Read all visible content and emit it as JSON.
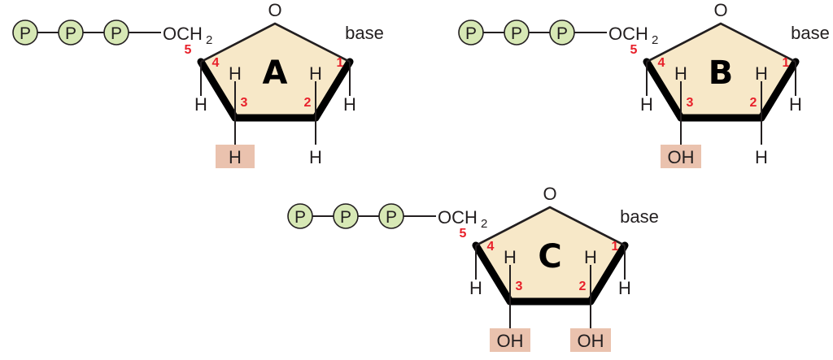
{
  "colors": {
    "sugar_fill": "#f7e8c8",
    "phosphate_fill": "#d7e8b5",
    "highlight": "#eac2ae",
    "carbon_number": "#e8202a",
    "line": "#231f20"
  },
  "phosphate_label": "P",
  "ring_oxygen": "O",
  "sugar_link": "OCH",
  "sugar_link_sub": "2",
  "base_label": "base",
  "hydrogen": "H",
  "carbon_numbers": [
    "1",
    "2",
    "3",
    "4",
    "5"
  ],
  "molecules": [
    {
      "id": "A",
      "letter": "A",
      "c3_group": "H",
      "c2_group": "H"
    },
    {
      "id": "B",
      "letter": "B",
      "c3_group": "OH",
      "c2_group": "H"
    },
    {
      "id": "C",
      "letter": "C",
      "c3_group": "OH",
      "c2_group": "OH"
    }
  ]
}
